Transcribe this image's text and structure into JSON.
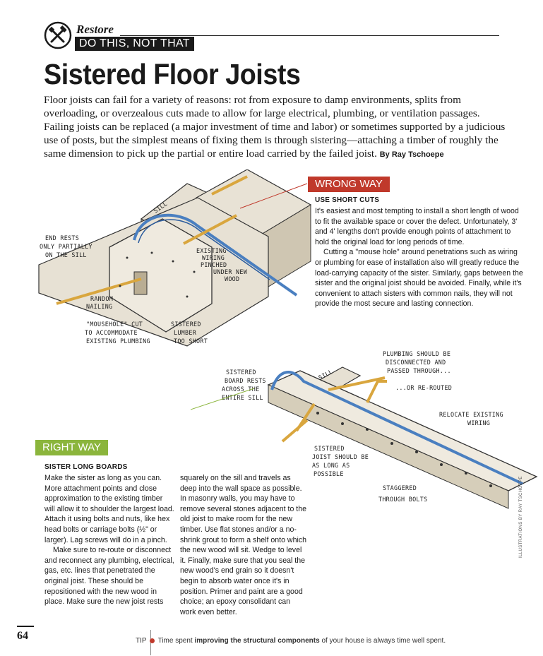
{
  "header": {
    "section": "Restore",
    "subsection": "DO THIS, NOT THAT",
    "logo_icon": "crossed-hammer-saw-icon"
  },
  "title": "Sistered Floor Joists",
  "intro": {
    "text": "Floor joists can fail for a variety of reasons: rot from exposure to damp environments, splits from overloading, or overzealous cuts made to allow for large electrical, plumbing, or ventilation passages. Failing joists can be replaced (a major investment of time and labor) or sometimes supported by a judicious use of posts, but the simplest means of fixing them is through sistering—attaching a timber of roughly the same dimension to pick up the partial or entire load carried by the failed joist.",
    "byline": "By Ray Tschoepe"
  },
  "wrong_way": {
    "tag": "WRONG WAY",
    "heading": "USE SHORT CUTS",
    "paragraphs": [
      "It's easiest and most tempting to install a short length of wood to fit the available space or cover the defect. Unfortunately, 3' and 4' lengths don't provide enough points of attachment to hold the original load for long periods of time.",
      "Cutting a \"mouse hole\" around penetrations such as wiring or plumbing for ease of installation also will greatly reduce the load-carrying capacity of the sister. Similarly, gaps between the sister and the original joist should be avoided. Finally, while it's convenient to attach sisters with common nails, they will not provide the most secure and lasting connection."
    ],
    "illustration_labels": {
      "sill": "SILL",
      "end_rests": [
        "END RESTS",
        "ONLY PARTIALLY",
        "ON THE SILL"
      ],
      "wiring": [
        "EXISTING",
        "WIRING",
        "PINCHED",
        "UNDER NEW",
        "WOOD"
      ],
      "nailing": [
        "RANDOM",
        "NAILING"
      ],
      "mousehole": [
        "\"MOUSEHOLE\" CUT",
        "TO ACCOMMODATE",
        "EXISTING PLUMBING"
      ],
      "short": [
        "SISTERED",
        "LUMBER",
        "TOO SHORT"
      ]
    }
  },
  "right_way": {
    "tag": "RIGHT WAY",
    "heading": "SISTER LONG BOARDS",
    "col1": [
      "Make the sister as long as you can. More attachment points and close approximation to the existing timber will allow it to shoulder the largest load. Attach it using bolts and nuts, like hex head bolts or carriage bolts (½\" or larger). Lag screws will do in a pinch.",
      "Make sure to re-route or disconnect and reconnect any plumbing, electrical, gas, etc. lines that penetrated the original joist. These should be repositioned with the new wood in place. Make sure the new joist rests"
    ],
    "col2": [
      "squarely on the sill and travels as deep into the wall space as possible. In masonry walls, you may have to remove several stones adjacent to the old joist to make room for the new timber. Use flat stones and/or a no-shrink grout to form a shelf onto which the new wood will sit. Wedge to level it. Finally, make sure that you seal the new wood's end grain so it doesn't begin to absorb water once it's in position. Primer and paint are a good choice; an epoxy consolidant can work even better."
    ],
    "illustration_labels": {
      "sill": "SILL",
      "board_rests": [
        "SISTERED",
        "BOARD RESTS",
        "ACROSS THE",
        "ENTIRE SILL"
      ],
      "plumbing": [
        "PLUMBING SHOULD BE",
        "DISCONNECTED AND",
        "PASSED THROUGH..."
      ],
      "rerouted": "...OR RE-ROUTED",
      "relocate": [
        "RELOCATE EXISTING",
        "WIRING"
      ],
      "long": [
        "SISTERED",
        "JOIST SHOULD BE",
        "AS LONG AS",
        "POSSIBLE"
      ],
      "bolts": [
        "STAGGERED",
        "THROUGH BOLTS"
      ]
    }
  },
  "credit": "ILLUSTRATIONS BY RAY TSCHOEPE",
  "footer": {
    "page": "64",
    "tip_label": "TIP",
    "tip_before": "Time spent ",
    "tip_bold": "improving the structural components",
    "tip_after": " of your house is always time well spent."
  },
  "colors": {
    "wrong": "#c0392b",
    "right": "#8bb53c",
    "wood": "#e3dccd",
    "wiring": "#4a7fc0",
    "pipe": "#d9a63e"
  }
}
